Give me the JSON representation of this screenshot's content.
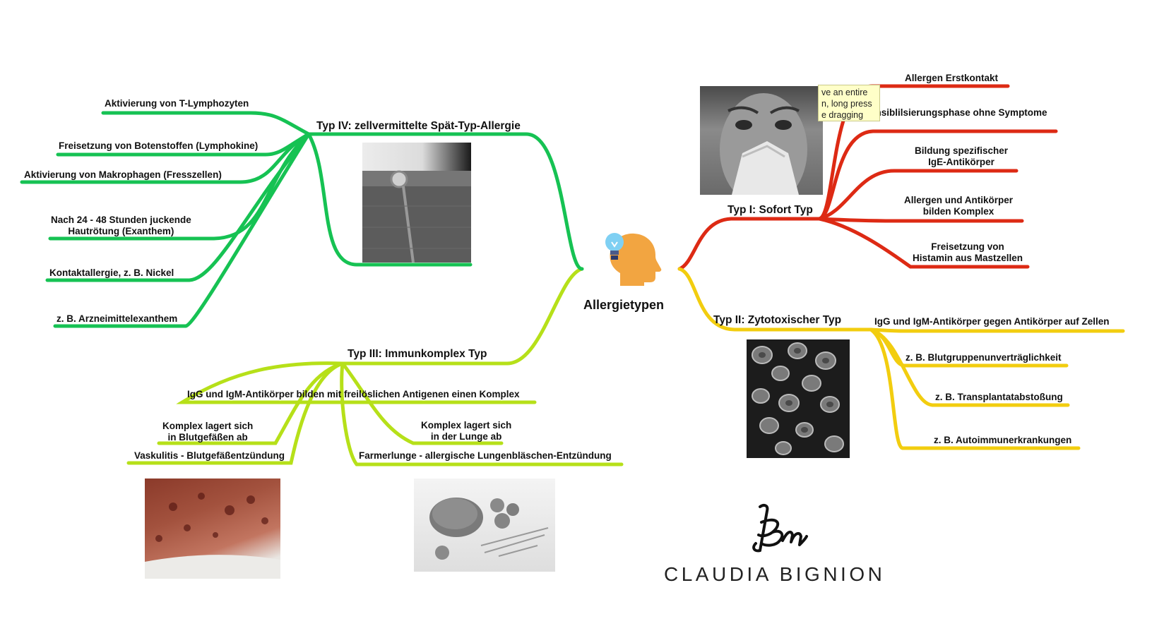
{
  "colors": {
    "type1": "#dd2a14",
    "type2": "#f2cd0f",
    "type3": "#b6e019",
    "type4": "#16c253"
  },
  "center": {
    "title": "Allergietypen",
    "icon": "head-with-lightbulb-icon"
  },
  "type1": {
    "title": "Typ I: Sofort Typ",
    "items": [
      {
        "lines": [
          "Allergen Erstkontakt"
        ]
      },
      {
        "lines": [
          "Sensiblilsierungsphase ohne Symptome"
        ]
      },
      {
        "lines": [
          "Bildung spezifischer",
          "IgE-Antikörper"
        ]
      },
      {
        "lines": [
          "Allergen und Antikörper",
          "bilden Komplex"
        ]
      },
      {
        "lines": [
          "Freisetzung von",
          "Histamin aus Mastzellen"
        ]
      }
    ]
  },
  "type2": {
    "title": "Typ II: Zytotoxischer Typ",
    "items": [
      {
        "lines": [
          "IgG und IgM-Antikörper gegen Antikörper auf Zellen"
        ]
      },
      {
        "lines": [
          "z. B. Blutgruppenunverträglichkeit"
        ]
      },
      {
        "lines": [
          "z. B. Transplantatabstoßung"
        ]
      },
      {
        "lines": [
          "z. B. Autoimmunerkrankungen"
        ]
      }
    ]
  },
  "type3": {
    "title": "Typ III: Immunkomplex Typ",
    "items": [
      {
        "lines": [
          "IgG und IgM-Antikörper bilden mit freilöslichen Antigenen einen Komplex"
        ]
      },
      {
        "lines": [
          "Komplex lagert sich",
          "in Blutgefäßen ab"
        ]
      },
      {
        "lines": [
          "Vaskulitis - Blutgefäßentzündung"
        ]
      },
      {
        "lines": [
          "Komplex lagert sich",
          "in der Lunge ab"
        ]
      },
      {
        "lines": [
          "Farmerlunge - allergische Lungenbläschen-Entzündung"
        ]
      }
    ]
  },
  "type4": {
    "title": "Typ IV: zellvermittelte Spät-Typ-Allergie",
    "items": [
      {
        "lines": [
          "Aktivierung von T-Lymphozyten"
        ]
      },
      {
        "lines": [
          "Freisetzung von Botenstoffen (Lymphokine)"
        ]
      },
      {
        "lines": [
          "Aktivierung von Makrophagen (Fresszellen)"
        ]
      },
      {
        "lines": [
          "Nach 24 - 48 Stunden juckende",
          "Hautrötung (Exanthem)"
        ]
      },
      {
        "lines": [
          "Kontaktallergie, z. B. Nickel"
        ]
      },
      {
        "lines": [
          "z. B. Arzneimittelexanthem"
        ]
      }
    ]
  },
  "tooltip": {
    "lines": [
      "ve an entire",
      "n, long press",
      "e dragging"
    ]
  },
  "brand": {
    "name": "CLAUDIA BIGNION",
    "monogram": "Bn"
  },
  "images": [
    {
      "name": "woman-sneezing-photo"
    },
    {
      "name": "jeans-button-photo"
    },
    {
      "name": "red-blood-cells-photo"
    },
    {
      "name": "vasculitis-leg-photo"
    },
    {
      "name": "bread-and-grain-photo"
    }
  ]
}
